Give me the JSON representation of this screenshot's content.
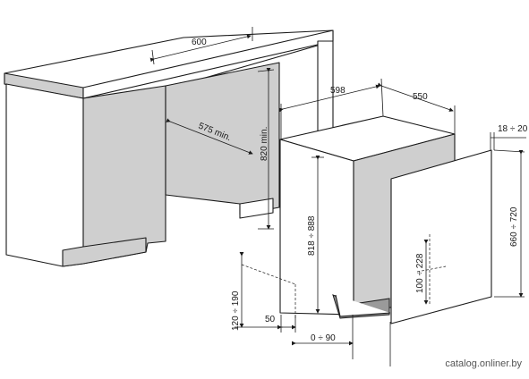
{
  "dimensions": {
    "width_600": "600",
    "depth_575": "575 min.",
    "height_820": "820 min.",
    "width_598": "598",
    "depth_550": "550",
    "door_18_20": "18 ÷ 20",
    "height_818_888": "818 ÷ 888",
    "door_660_720": "660 ÷ 720",
    "plinth_100_228": "100 ÷ 228",
    "plinth_120_190": "120 ÷ 190",
    "gap_50": "50",
    "gap_0_90": "0 ÷ 90"
  },
  "watermark": "catalog.onliner.by"
}
